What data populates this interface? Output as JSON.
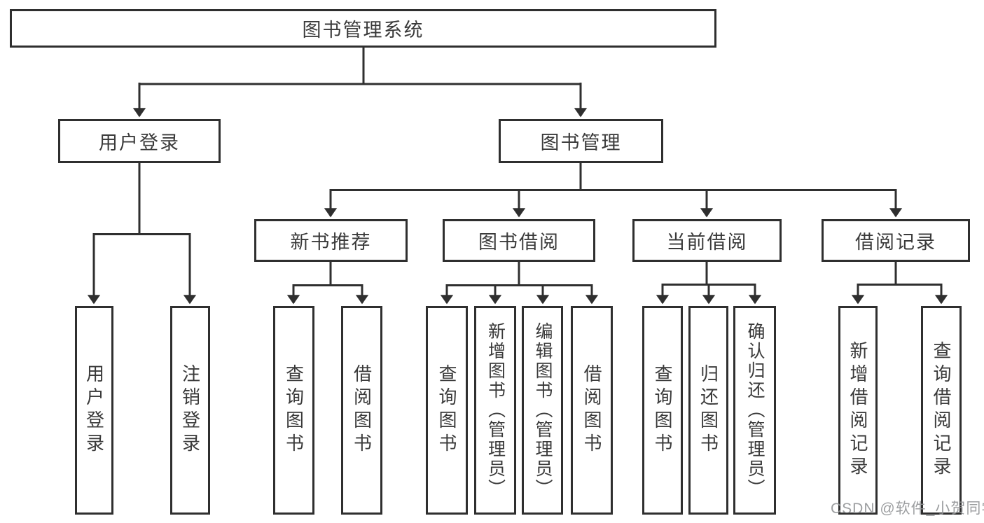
{
  "diagram_title": "图书管理系统",
  "root": {
    "label": "图书管理系统"
  },
  "level2": [
    {
      "label": "用户登录"
    },
    {
      "label": "图书管理"
    }
  ],
  "level3": [
    {
      "label": "新书推荐"
    },
    {
      "label": "图书借阅"
    },
    {
      "label": "当前借阅"
    },
    {
      "label": "借阅记录"
    }
  ],
  "leaves": {
    "user_login": [
      "用户登录",
      "注销登录"
    ],
    "new_book": [
      "查询图书",
      "借阅图书"
    ],
    "book_borrow": [
      "查询图书",
      "新增图书（管理员）",
      "编辑图书（管理员）",
      "借阅图书"
    ],
    "current_borrow": [
      "查询图书",
      "归还图书",
      "确认归还（管理员）"
    ],
    "borrow_record": [
      "新增借阅记录",
      "查询借阅记录"
    ]
  },
  "watermark": "CSDN @软件_小贺同学",
  "colors": {
    "line": "#2f2f2f",
    "box_border": "#2f2f2f",
    "box_background": "#ffffff",
    "text": "#3a3a3a",
    "watermark": "#919396"
  }
}
